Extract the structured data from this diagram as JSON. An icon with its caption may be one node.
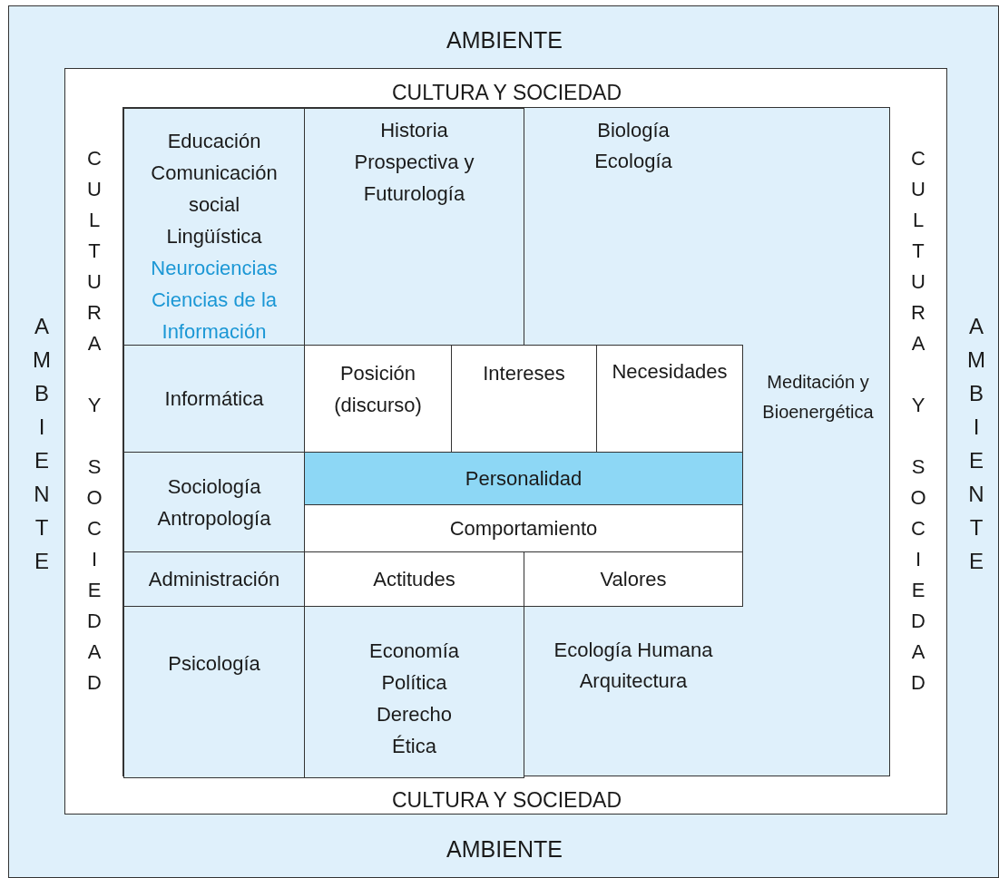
{
  "diagram": {
    "nodes": [
      {
        "text": [
          "AMBIENTE",
          "AMBIENTE",
          "AMBIENTE",
          "AMBIENTE"
        ]
      },
      {
        "text": [
          "CULTURA Y SOCIEDAD",
          "CULTURA Y SOCIEDAD",
          "CULTURA Y SOCIEDAD",
          "CULTURA Y SOCIEDAD"
        ],
        "in": 0
      },
      {
        "text": [
          "Biología",
          "Ecología",
          "Meditación y Bioenergética",
          "Ecología Humana",
          "Arquitectura"
        ],
        "in": 1
      },
      {
        "text": [
          "Educación",
          "Comunicación social",
          "Lingüística",
          "Neurociencias",
          "Ciencias de la Información"
        ],
        "in": 2
      },
      {
        "text": [
          "Historia",
          "Prospectiva y Futurología"
        ],
        "in": 2
      },
      {
        "text": [
          "Informática"
        ],
        "in": 2
      },
      {
        "text": [
          "Sociología",
          "Antropología"
        ],
        "in": 2
      },
      {
        "text": [
          "Administración"
        ],
        "in": 2
      },
      {
        "text": [
          "Psicología"
        ],
        "in": 2
      },
      {
        "text": [
          "Economía",
          "Política",
          "Derecho",
          "Ética"
        ],
        "in": 2
      },
      {
        "text": [
          "Posición (discurso)"
        ],
        "in": 2
      },
      {
        "text": [
          "Intereses"
        ],
        "in": 2
      },
      {
        "text": [
          "Necesidades"
        ],
        "in": 2
      },
      {
        "text": [
          "Personalidad"
        ],
        "in": 2
      },
      {
        "text": [
          "Comportamiento"
        ],
        "in": 2
      },
      {
        "text": [
          "Actitudes"
        ],
        "in": 2
      },
      {
        "text": [
          "Valores"
        ],
        "in": 2
      }
    ]
  }
}
